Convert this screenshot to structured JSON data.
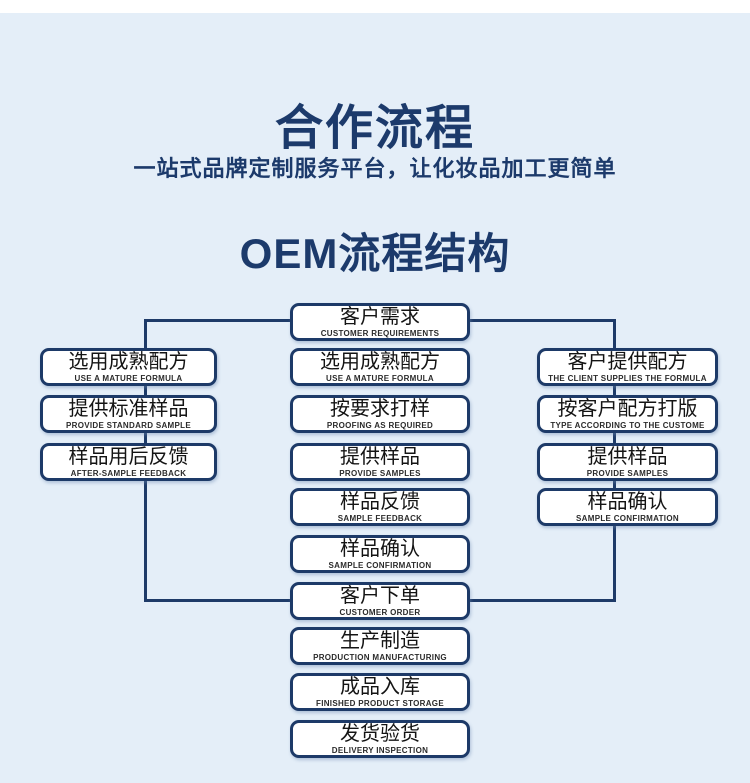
{
  "header": {
    "title": "合作流程",
    "subtitle": "一站式品牌定制服务平台，让化妆品加工更简单",
    "section_title": "OEM流程结构"
  },
  "colors": {
    "background": "#e4eef8",
    "top_strip": "#ffffff",
    "navy_text": "#1c3a6b",
    "connector_line": "#1d3a68",
    "box_fill": "#ffffff",
    "box_border": "#1d3a68"
  },
  "flowchart": {
    "center": [
      {
        "zh": "客户需求",
        "en": "CUSTOMER REQUIREMENTS"
      },
      {
        "zh": "选用成熟配方",
        "en": "USE A MATURE FORMULA"
      },
      {
        "zh": "按要求打样",
        "en": "PROOFING AS REQUIRED"
      },
      {
        "zh": "提供样品",
        "en": "PROVIDE SAMPLES"
      },
      {
        "zh": "样品反馈",
        "en": "SAMPLE FEEDBACK"
      },
      {
        "zh": "样品确认",
        "en": "SAMPLE CONFIRMATION"
      },
      {
        "zh": "客户下单",
        "en": "CUSTOMER ORDER"
      },
      {
        "zh": "生产制造",
        "en": "PRODUCTION MANUFACTURING"
      },
      {
        "zh": "成品入库",
        "en": "FINISHED PRODUCT STORAGE"
      },
      {
        "zh": "发货验货",
        "en": "DELIVERY INSPECTION"
      }
    ],
    "left": [
      {
        "zh": "选用成熟配方",
        "en": "USE A MATURE FORMULA"
      },
      {
        "zh": "提供标准样品",
        "en": "PROVIDE STANDARD SAMPLE"
      },
      {
        "zh": "样品用后反馈",
        "en": "AFTER-SAMPLE FEEDBACK"
      }
    ],
    "right": [
      {
        "zh": "客户提供配方",
        "en": "THE CLIENT SUPPLIES THE FORMULA"
      },
      {
        "zh": "按客户配方打版",
        "en": "TYPE ACCORDING TO THE CUSTOME"
      },
      {
        "zh": "提供样品",
        "en": "PROVIDE SAMPLES"
      },
      {
        "zh": "样品确认",
        "en": "SAMPLE CONFIRMATION"
      }
    ]
  }
}
